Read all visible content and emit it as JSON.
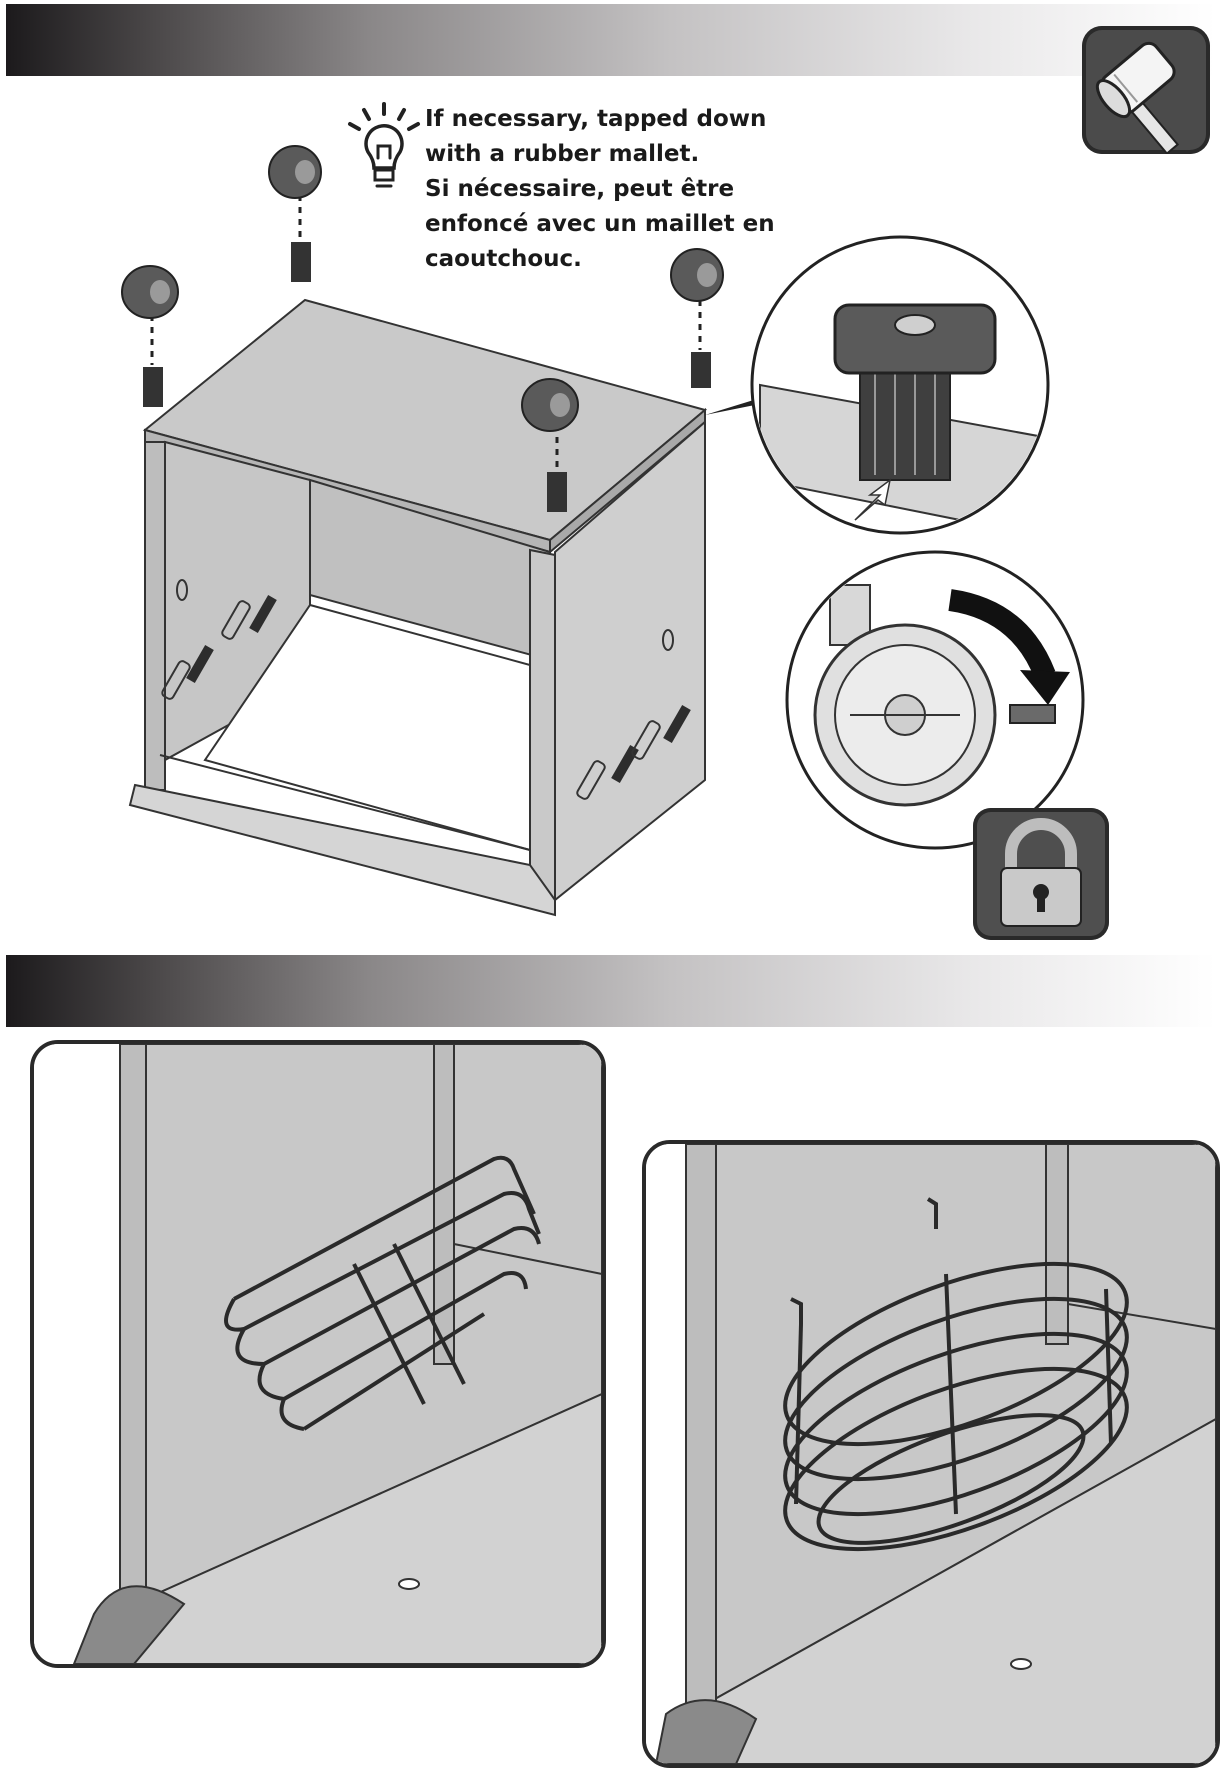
{
  "tip": {
    "lines": [
      "If necessary, tapped down",
      "with a rubber mallet.",
      "Si nécessaire, peut être",
      "enfoncé avec un maillet en",
      "caoutchouc."
    ],
    "icon": "lightbulb-icon"
  },
  "icons": {
    "tool": "rubber-mallet-icon",
    "lock": "padlock-icon"
  },
  "colors": {
    "banner_dark": "#1c1a1c",
    "banner_light": "#ffffff",
    "panel_fill": "#c8c8c8",
    "badge_gray": "#4b4b4b",
    "outline": "#2a2a2a"
  }
}
